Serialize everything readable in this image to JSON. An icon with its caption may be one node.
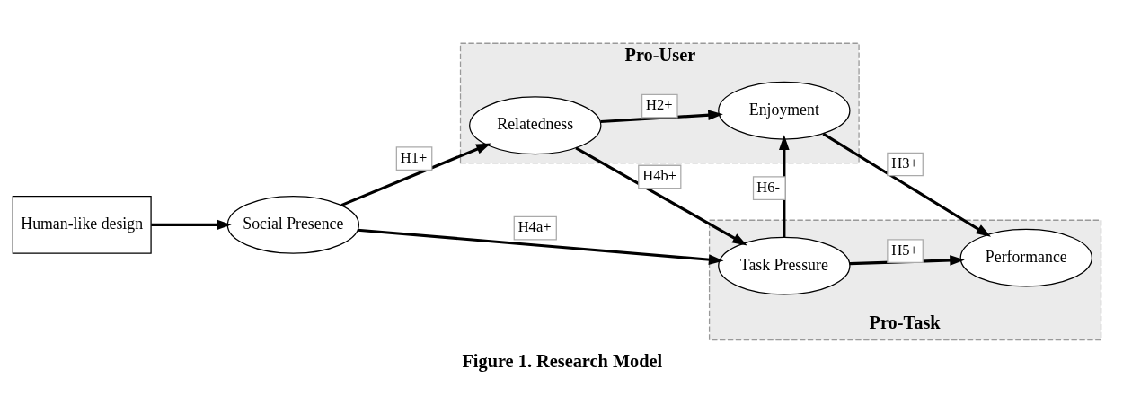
{
  "diagram": {
    "caption": "Figure 1. Research Model",
    "nodes": [
      {
        "text": [
          "Pro-User"
        ]
      },
      {
        "text": [
          "Relatedness"
        ],
        "in": 0
      },
      {
        "text": [
          "Enjoyment"
        ],
        "in": 0
      },
      {
        "text": [
          "Pro-Task"
        ]
      },
      {
        "text": [
          "Task Pressure"
        ],
        "in": 3
      },
      {
        "text": [
          "Performance"
        ],
        "in": 3
      },
      {
        "text": [
          "Human-like design"
        ]
      },
      {
        "text": [
          "Social Presence"
        ]
      }
    ],
    "edges": [
      {
        "from": 6,
        "to": 7,
        "arrow": "to"
      },
      {
        "from": 7,
        "to": 1,
        "arrow": "to",
        "label": "H1+"
      },
      {
        "from": 7,
        "to": 4,
        "arrow": "to",
        "label": "H4a+"
      },
      {
        "from": 1,
        "to": 2,
        "arrow": "to",
        "label": "H2+"
      },
      {
        "from": 1,
        "to": 4,
        "arrow": "to",
        "label": "H4b+"
      },
      {
        "from": 4,
        "to": 2,
        "arrow": "to",
        "label": "H6-"
      },
      {
        "from": 2,
        "to": 5,
        "arrow": "to",
        "label": "H3+"
      },
      {
        "from": 4,
        "to": 5,
        "arrow": "to",
        "label": "H5+"
      }
    ]
  }
}
